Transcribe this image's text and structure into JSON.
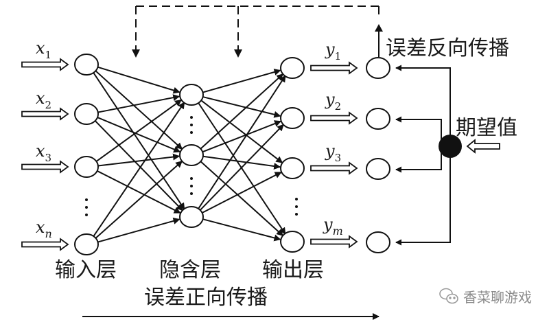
{
  "diagram": {
    "title": "BP neural network structure",
    "inputs": [
      {
        "var": "x",
        "sub": "1"
      },
      {
        "var": "x",
        "sub": "2"
      },
      {
        "var": "x",
        "sub": "3"
      },
      {
        "var": "x",
        "sub": "n"
      }
    ],
    "outputs": [
      {
        "var": "y",
        "sub": "1"
      },
      {
        "var": "y",
        "sub": "2"
      },
      {
        "var": "y",
        "sub": "3"
      },
      {
        "var": "y",
        "sub": "m"
      }
    ],
    "layers": {
      "input": "输入层",
      "hidden": "隐含层",
      "output": "输出层"
    },
    "labels": {
      "forward": "误差正向传播",
      "backward": "误差反向传播",
      "expected": "期望值"
    },
    "ellipsis": "⋮",
    "node_counts": {
      "input_shown": 4,
      "hidden_shown": 3,
      "output_shown": 4,
      "compare_shown": 4
    }
  },
  "watermark": {
    "icon": "wechat-icon",
    "text": "香菜聊游戏"
  }
}
